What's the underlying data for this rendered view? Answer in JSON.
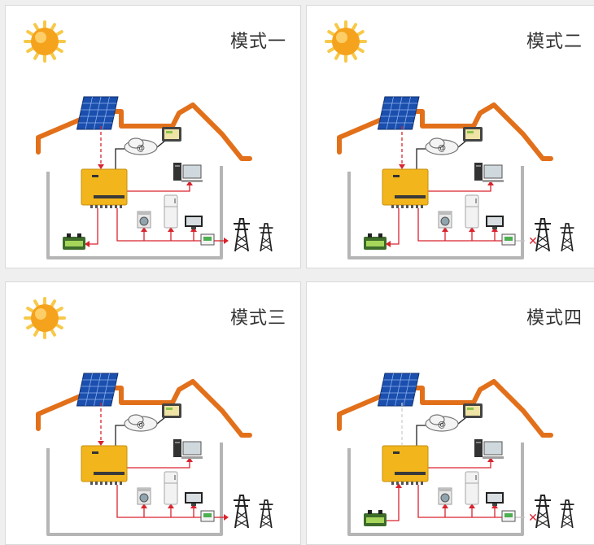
{
  "colors": {
    "roof": "#e2701a",
    "wall": "#b5b5b5",
    "flow_line": "#d9232e",
    "off_line": "#c3c3c3",
    "inverter": "#f2b51c",
    "panel_blue": "#1b4fae",
    "sun": "#f5a21c"
  },
  "icons": [
    "sun-icon",
    "solar-panel-icon",
    "inverter-icon",
    "cloud-internet-icon",
    "tablet-icon",
    "desktop-computer-icon",
    "washing-machine-icon",
    "refrigerator-icon",
    "tv-icon",
    "battery-icon",
    "smart-meter-icon",
    "power-tower-icon"
  ],
  "panels": [
    {
      "label": "模式一",
      "sun_visible": true,
      "battery_visible": true,
      "grid_connected": true,
      "pv_active": true,
      "loads_powered": true,
      "battery_flow": "charge"
    },
    {
      "label": "模式二",
      "sun_visible": true,
      "battery_visible": true,
      "grid_connected": false,
      "pv_active": true,
      "loads_powered": true,
      "battery_flow": "charge"
    },
    {
      "label": "模式三",
      "sun_visible": true,
      "battery_visible": false,
      "grid_connected": true,
      "pv_active": true,
      "loads_powered": true,
      "battery_flow": "none"
    },
    {
      "label": "模式四",
      "sun_visible": false,
      "battery_visible": true,
      "grid_connected": false,
      "pv_active": false,
      "loads_powered": true,
      "battery_flow": "discharge"
    }
  ],
  "cloud_symbol": "@",
  "grid_cut_symbol": "✕"
}
